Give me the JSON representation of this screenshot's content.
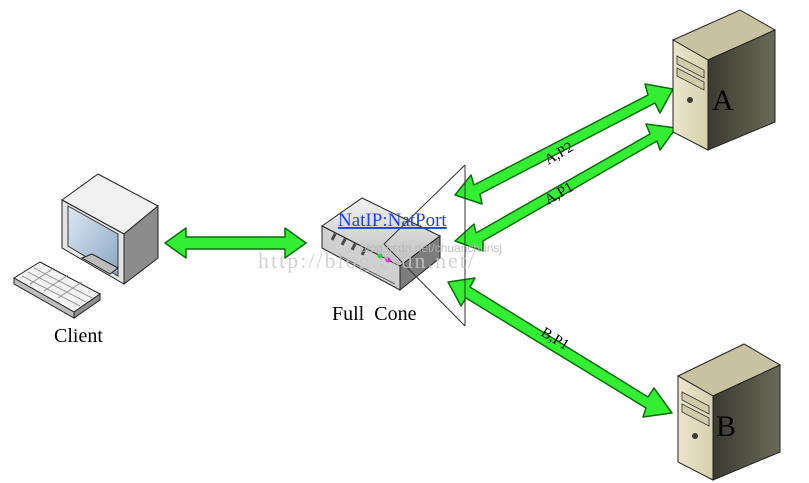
{
  "nodes": {
    "client": "Client",
    "nat": "Full  Cone",
    "server_a": "A",
    "server_b": "B"
  },
  "mapping_label": "NatIP:NatPort",
  "links": {
    "a_p2": "A,P2",
    "a_p1": "A,P1",
    "b_p1": "B,P1"
  },
  "watermark": {
    "main": "http://blog.csdn.net/",
    "overlay": "blog.csdn.net/chuanchunsj"
  },
  "colors": {
    "arrow_fill": "#33ee33",
    "arrow_stroke": "#0a6e0a",
    "mapping_text": "#1f3fff"
  }
}
